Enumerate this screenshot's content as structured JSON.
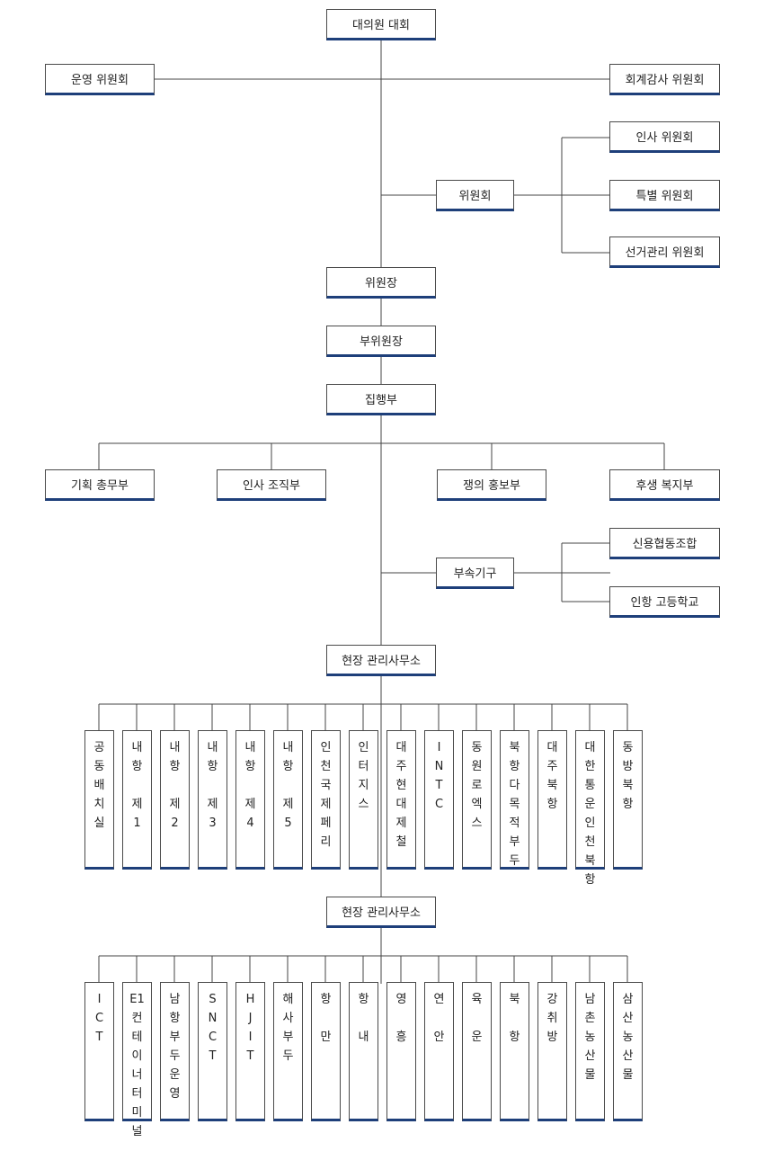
{
  "top": {
    "assembly": "대의원 대회",
    "ops_committee": "운영 위원회",
    "audit_committee": "회계감사 위원회",
    "committee": "위원회",
    "hr_committee": "인사 위원회",
    "special_committee": "특별 위원회",
    "election_committee": "선거관리 위원회",
    "chairman": "위원장",
    "vice_chairman": "부위원장",
    "executive": "집행부"
  },
  "departments": {
    "planning": "기획 총무부",
    "organization": "인사 조직부",
    "pr": "쟁의 홍보부",
    "welfare": "후생 복지부"
  },
  "affiliates": {
    "label": "부속기구",
    "credit_union": "신용협동조합",
    "school": "인항 고등학교"
  },
  "site_office_1": {
    "label": "현장 관리사무소",
    "branches": [
      "공\n동\n배\n치\n실",
      "내\n항\n\n제\n1",
      "내\n항\n\n제\n2",
      "내\n항\n\n제\n3",
      "내\n항\n\n제\n4",
      "내\n항\n\n제\n5",
      "인\n천\n국\n제\n페\n리",
      "인\n터\n지\n스",
      "대\n주\n현\n대\n제\n철",
      "I\nN\nT\nC",
      "동\n원\n로\n엑\n스",
      "북\n항\n다\n목\n적\n부\n두",
      "대\n주\n북\n항",
      "대\n한\n통\n운\n인\n천\n북\n항",
      "동\n방\n북\n항"
    ]
  },
  "site_office_2": {
    "label": "현장 관리사무소",
    "branches": [
      "I\nC\nT",
      "E1\n컨\n테\n이\n너\n터\n미\n널",
      "남\n항\n부\n두\n운\n영",
      "S\nN\nC\nT",
      "H\nJ\nI\nT",
      "해\n사\n부\n두",
      "항\n\n만",
      "항\n\n내",
      "영\n\n흥",
      "연\n\n안",
      "육\n\n운",
      "북\n\n항",
      "강\n취\n방",
      "남\n촌\n농\n산\n물",
      "삼\n산\n농\n산\n물"
    ]
  }
}
